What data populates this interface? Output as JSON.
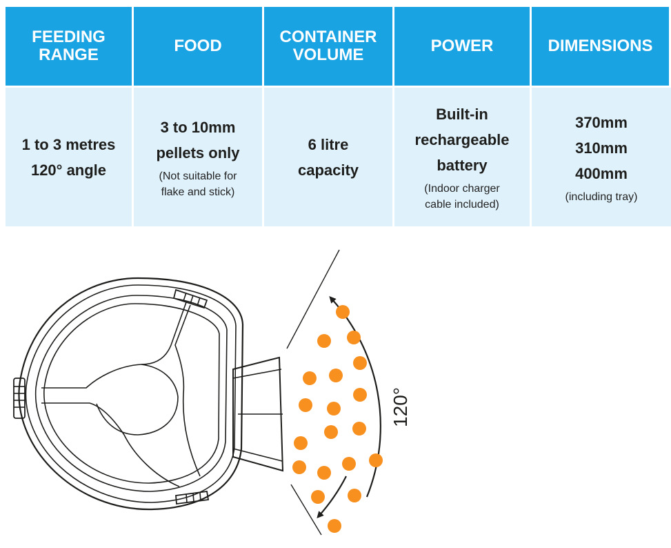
{
  "table": {
    "headers": [
      "FEEDING\nRANGE",
      "FOOD",
      "CONTAINER\nVOLUME",
      "POWER",
      "DIMENSIONS"
    ],
    "cells": [
      {
        "main": "1 to 3 metres\n120° angle",
        "note": ""
      },
      {
        "main": "3 to 10mm\npellets only",
        "note": "(Not suitable for\nflake and stick)"
      },
      {
        "main": "6 litre\ncapacity",
        "note": ""
      },
      {
        "main": "Built-in\nrechargeable\nbattery",
        "note": "(Indoor charger\ncable included)"
      },
      {
        "main": "370mm\n310mm\n400mm",
        "note": "(including tray)"
      }
    ]
  },
  "diagram": {
    "angle_label": "120°",
    "pellet_color": "#f7901e",
    "line_color": "#1d1d1b"
  }
}
